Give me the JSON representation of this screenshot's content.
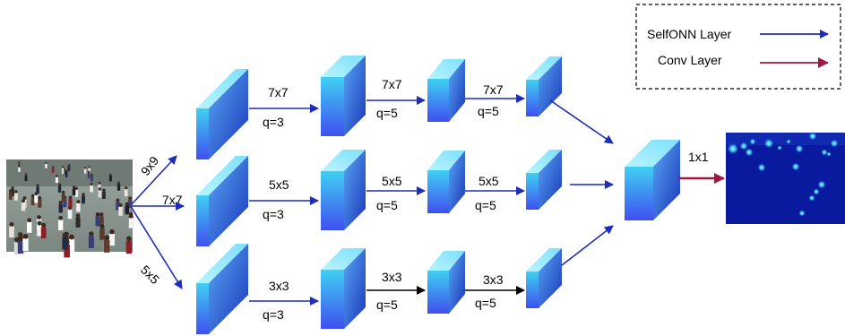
{
  "legend": {
    "selfonn_label": "SelfONN Layer",
    "conv_label": "Conv Layer"
  },
  "colors": {
    "selfonn_arrow": "#1d2db8",
    "conv_arrow": "#a01845",
    "black_arrow": "#000000",
    "block_front_top": "#3fd0f2",
    "block_front_bottom": "#3f4ff0",
    "block_top_face": "#a9f0ff",
    "block_side_face": "#1b34b8",
    "density_bg": "#0a1a9e",
    "density_blob": "#39c6f7"
  },
  "input": {
    "branch_labels": [
      "9x9",
      "7x7",
      "5x5"
    ]
  },
  "branches": [
    {
      "stages": [
        {
          "kernel": "7x7",
          "q": "q=3"
        },
        {
          "kernel": "7x7",
          "q": "q=5"
        },
        {
          "kernel": "7x7",
          "q": "q=5"
        }
      ]
    },
    {
      "stages": [
        {
          "kernel": "5x5",
          "q": "q=3"
        },
        {
          "kernel": "5x5",
          "q": "q=5"
        },
        {
          "kernel": "5x5",
          "q": "q=5"
        }
      ]
    },
    {
      "stages": [
        {
          "kernel": "3x3",
          "q": "q=3"
        },
        {
          "kernel": "3x3",
          "q": "q=5"
        },
        {
          "kernel": "3x3",
          "q": "q=5"
        }
      ]
    }
  ],
  "output": {
    "kernel": "1x1"
  }
}
